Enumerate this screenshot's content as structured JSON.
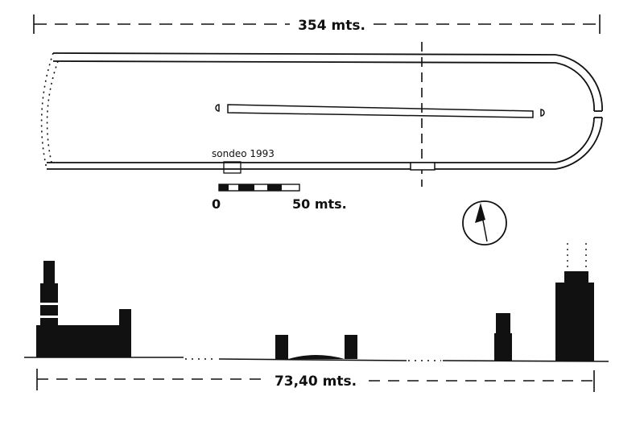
{
  "plan": {
    "overall_length_label": "354 mts.",
    "sondeo_label": "sondeo 1993",
    "scale_bar": {
      "start_label": "0",
      "end_label": "50 mts."
    },
    "north_arrow_icon": "north-arrow-icon"
  },
  "section": {
    "length_label": "73,40 mts."
  },
  "colors": {
    "ink": "#111111",
    "paper": "#ffffff"
  }
}
